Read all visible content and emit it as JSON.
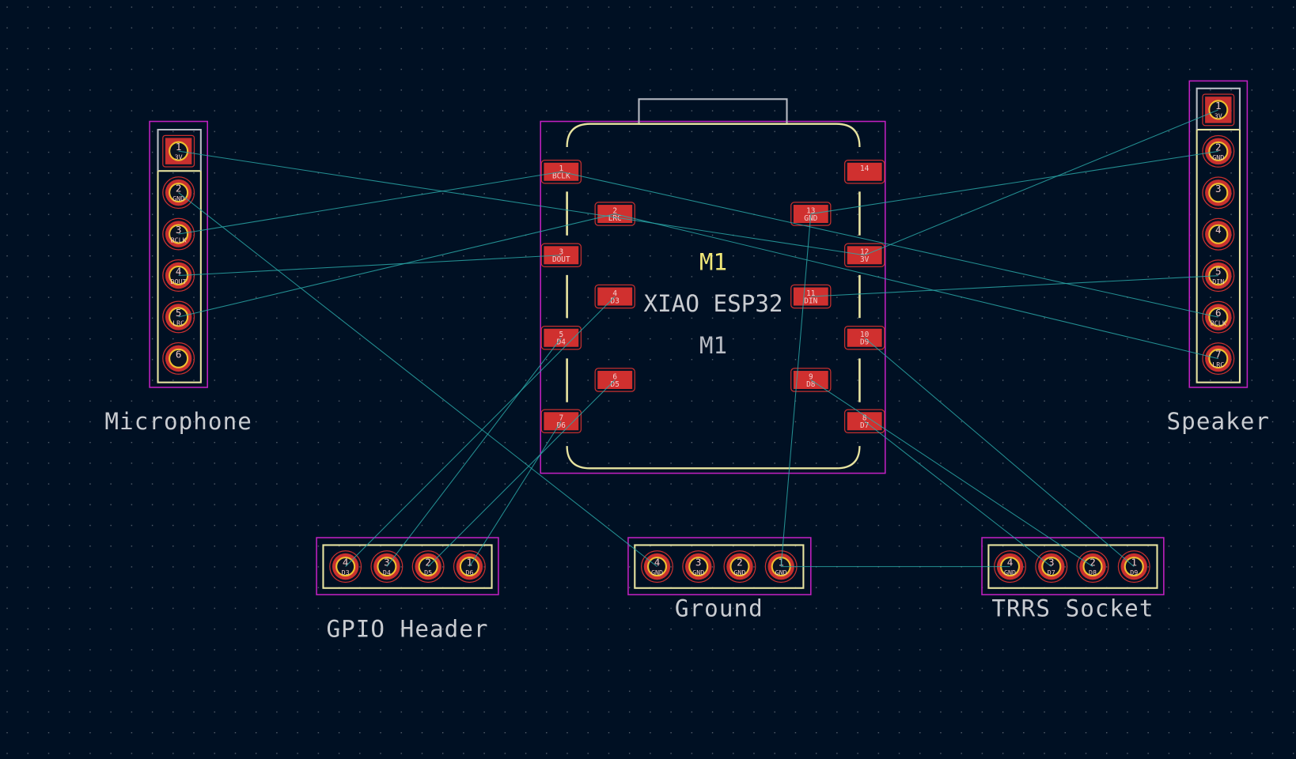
{
  "colors": {
    "background": "#001023",
    "courtyard": "#d020d0",
    "silkscreen": "#e8e4a0",
    "pad": "#c8302f",
    "ratsnest": "#2aa6a6"
  },
  "module": {
    "ref": "M1",
    "value": "XIAO ESP32",
    "ref_fab": "M1",
    "pads": [
      {
        "num": "1",
        "name": "BCLK"
      },
      {
        "num": "2",
        "name": "LRC"
      },
      {
        "num": "3",
        "name": "DOUT"
      },
      {
        "num": "4",
        "name": "D3"
      },
      {
        "num": "5",
        "name": "D4"
      },
      {
        "num": "6",
        "name": "D5"
      },
      {
        "num": "7",
        "name": "D6"
      },
      {
        "num": "8",
        "name": "D7"
      },
      {
        "num": "9",
        "name": "D8"
      },
      {
        "num": "10",
        "name": "D9"
      },
      {
        "num": "11",
        "name": "DIN"
      },
      {
        "num": "12",
        "name": "3V"
      },
      {
        "num": "13",
        "name": "GND"
      },
      {
        "num": "14",
        "name": ""
      }
    ]
  },
  "microphone": {
    "label": "Microphone",
    "pads": [
      {
        "num": "1",
        "name": "3V"
      },
      {
        "num": "2",
        "name": "GND"
      },
      {
        "num": "3",
        "name": "BCLK"
      },
      {
        "num": "4",
        "name": "DOUT"
      },
      {
        "num": "5",
        "name": "LRC"
      },
      {
        "num": "6",
        "name": ""
      }
    ]
  },
  "speaker": {
    "label": "Speaker",
    "pads": [
      {
        "num": "1",
        "name": "3V"
      },
      {
        "num": "2",
        "name": "GND"
      },
      {
        "num": "3",
        "name": ""
      },
      {
        "num": "4",
        "name": ""
      },
      {
        "num": "5",
        "name": "DIN"
      },
      {
        "num": "6",
        "name": "BCLK"
      },
      {
        "num": "7",
        "name": "LRC"
      }
    ]
  },
  "gpio": {
    "label": "GPIO Header",
    "pads": [
      {
        "num": "4",
        "name": "D3"
      },
      {
        "num": "3",
        "name": "D4"
      },
      {
        "num": "2",
        "name": "D5"
      },
      {
        "num": "1",
        "name": "D6"
      }
    ]
  },
  "ground": {
    "label": "Ground",
    "pads": [
      {
        "num": "4",
        "name": "GND"
      },
      {
        "num": "3",
        "name": "GND"
      },
      {
        "num": "2",
        "name": "GND"
      },
      {
        "num": "1",
        "name": "GND"
      }
    ]
  },
  "trrs": {
    "label": "TRRS Socket",
    "pads": [
      {
        "num": "4",
        "name": "GND"
      },
      {
        "num": "3",
        "name": "D7"
      },
      {
        "num": "2",
        "name": "D8"
      },
      {
        "num": "1",
        "name": "D9"
      }
    ]
  }
}
